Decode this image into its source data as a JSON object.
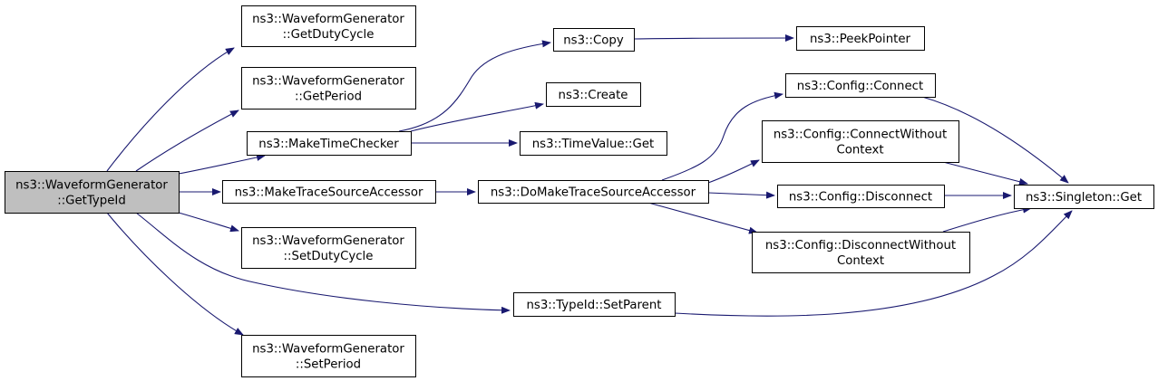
{
  "colors": {
    "edge": "#191970",
    "node_fill": "#ffffff",
    "root_fill": "#bfbfbf",
    "node_stroke": "#000000"
  },
  "nodes": {
    "get_type_id": {
      "lines": [
        "ns3::WaveformGenerator",
        "::GetTypeId"
      ],
      "root": true
    },
    "get_duty_cycle": {
      "lines": [
        "ns3::WaveformGenerator",
        "::GetDutyCycle"
      ]
    },
    "get_period": {
      "lines": [
        "ns3::WaveformGenerator",
        "::GetPeriod"
      ]
    },
    "make_time_checker": {
      "lines": [
        "ns3::MakeTimeChecker"
      ]
    },
    "make_trace_source_accessor": {
      "lines": [
        "ns3::MakeTraceSourceAccessor"
      ]
    },
    "set_duty_cycle": {
      "lines": [
        "ns3::WaveformGenerator",
        "::SetDutyCycle"
      ]
    },
    "set_period": {
      "lines": [
        "ns3::WaveformGenerator",
        "::SetPeriod"
      ]
    },
    "copy": {
      "lines": [
        "ns3::Copy"
      ]
    },
    "create": {
      "lines": [
        "ns3::Create"
      ]
    },
    "time_value_get": {
      "lines": [
        "ns3::TimeValue::Get"
      ]
    },
    "do_make_tsa": {
      "lines": [
        "ns3::DoMakeTraceSourceAccessor"
      ]
    },
    "type_id_set_parent": {
      "lines": [
        "ns3::TypeId::SetParent"
      ]
    },
    "peek_pointer": {
      "lines": [
        "ns3::PeekPointer"
      ]
    },
    "config_connect": {
      "lines": [
        "ns3::Config::Connect"
      ]
    },
    "config_connect_without_context": {
      "lines": [
        "ns3::Config::ConnectWithout",
        "Context"
      ]
    },
    "config_disconnect": {
      "lines": [
        "ns3::Config::Disconnect"
      ]
    },
    "config_disconnect_without_context": {
      "lines": [
        "ns3::Config::DisconnectWithout",
        "Context"
      ]
    },
    "singleton_get": {
      "lines": [
        "ns3::Singleton::Get"
      ]
    }
  },
  "edges": [
    {
      "from": "get_type_id",
      "to": "get_duty_cycle"
    },
    {
      "from": "get_type_id",
      "to": "get_period"
    },
    {
      "from": "get_type_id",
      "to": "make_time_checker"
    },
    {
      "from": "get_type_id",
      "to": "make_trace_source_accessor"
    },
    {
      "from": "get_type_id",
      "to": "set_duty_cycle"
    },
    {
      "from": "get_type_id",
      "to": "type_id_set_parent"
    },
    {
      "from": "get_type_id",
      "to": "set_period"
    },
    {
      "from": "make_time_checker",
      "to": "copy"
    },
    {
      "from": "make_time_checker",
      "to": "create"
    },
    {
      "from": "make_time_checker",
      "to": "time_value_get"
    },
    {
      "from": "copy",
      "to": "peek_pointer"
    },
    {
      "from": "make_trace_source_accessor",
      "to": "do_make_tsa"
    },
    {
      "from": "do_make_tsa",
      "to": "config_connect"
    },
    {
      "from": "do_make_tsa",
      "to": "config_connect_without_context"
    },
    {
      "from": "do_make_tsa",
      "to": "config_disconnect"
    },
    {
      "from": "do_make_tsa",
      "to": "config_disconnect_without_context"
    },
    {
      "from": "config_connect",
      "to": "singleton_get"
    },
    {
      "from": "config_connect_without_context",
      "to": "singleton_get"
    },
    {
      "from": "config_disconnect",
      "to": "singleton_get"
    },
    {
      "from": "config_disconnect_without_context",
      "to": "singleton_get"
    },
    {
      "from": "type_id_set_parent",
      "to": "singleton_get"
    }
  ]
}
